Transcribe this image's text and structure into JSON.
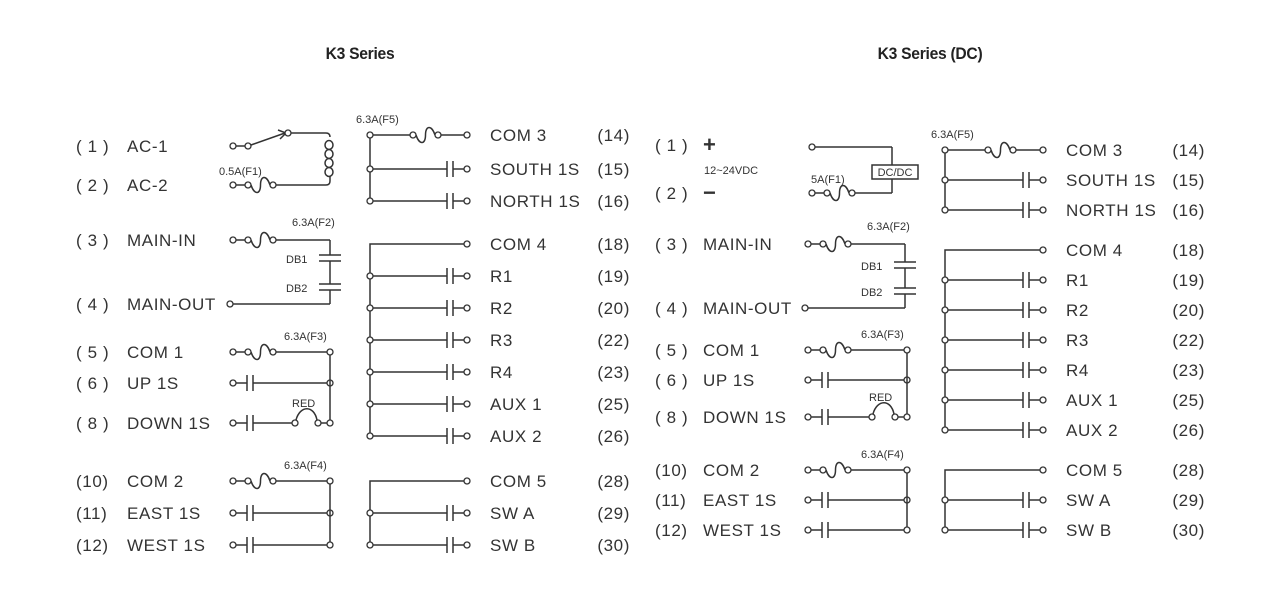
{
  "diagrams": [
    {
      "id": "left",
      "title": "K3 Series",
      "left_terminals": [
        {
          "num": "( 1 )",
          "label": "AC-1"
        },
        {
          "num": "( 2 )",
          "label": "AC-2"
        },
        {
          "num": "( 3 )",
          "label": "MAIN-IN"
        },
        {
          "num": "( 4 )",
          "label": "MAIN-OUT"
        },
        {
          "num": "( 5 )",
          "label": "COM 1"
        },
        {
          "num": "( 6 )",
          "label": "UP 1S"
        },
        {
          "num": "( 8 )",
          "label": "DOWN 1S"
        },
        {
          "num": "(10)",
          "label": "COM 2"
        },
        {
          "num": "(11)",
          "label": "EAST 1S"
        },
        {
          "num": "(12)",
          "label": "WEST 1S"
        }
      ],
      "right_terminals": [
        {
          "label": "COM 3",
          "num": "(14)"
        },
        {
          "label": "SOUTH 1S",
          "num": "(15)"
        },
        {
          "label": "NORTH 1S",
          "num": "(16)"
        },
        {
          "label": "COM 4",
          "num": "(18)"
        },
        {
          "label": "R1",
          "num": "(19)"
        },
        {
          "label": "R2",
          "num": "(20)"
        },
        {
          "label": "R3",
          "num": "(22)"
        },
        {
          "label": "R4",
          "num": "(23)"
        },
        {
          "label": "AUX 1",
          "num": "(25)"
        },
        {
          "label": "AUX 2",
          "num": "(26)"
        },
        {
          "label": "COM 5",
          "num": "(28)"
        },
        {
          "label": "SW A",
          "num": "(29)"
        },
        {
          "label": "SW B",
          "num": "(30)"
        }
      ],
      "annotations": {
        "fuse_f1": "0.5A(F1)",
        "fuse_f2": "6.3A(F2)",
        "fuse_f3": "6.3A(F3)",
        "fuse_f4": "6.3A(F4)",
        "fuse_f5": "6.3A(F5)",
        "db1": "DB1",
        "db2": "DB2",
        "red": "RED"
      },
      "power_type": "ac"
    },
    {
      "id": "right",
      "title": "K3 Series (DC)",
      "left_terminals": [
        {
          "num": "( 1 )",
          "label": "+"
        },
        {
          "num": "( 2 )",
          "label": "−"
        },
        {
          "num": "( 3 )",
          "label": "MAIN-IN"
        },
        {
          "num": "( 4 )",
          "label": "MAIN-OUT"
        },
        {
          "num": "( 5 )",
          "label": "COM 1"
        },
        {
          "num": "( 6 )",
          "label": "UP 1S"
        },
        {
          "num": "( 8 )",
          "label": "DOWN 1S"
        },
        {
          "num": "(10)",
          "label": "COM 2"
        },
        {
          "num": "(11)",
          "label": "EAST 1S"
        },
        {
          "num": "(12)",
          "label": "WEST 1S"
        }
      ],
      "right_terminals": [
        {
          "label": "COM 3",
          "num": "(14)"
        },
        {
          "label": "SOUTH 1S",
          "num": "(15)"
        },
        {
          "label": "NORTH 1S",
          "num": "(16)"
        },
        {
          "label": "COM 4",
          "num": "(18)"
        },
        {
          "label": "R1",
          "num": "(19)"
        },
        {
          "label": "R2",
          "num": "(20)"
        },
        {
          "label": "R3",
          "num": "(22)"
        },
        {
          "label": "R4",
          "num": "(23)"
        },
        {
          "label": "AUX 1",
          "num": "(25)"
        },
        {
          "label": "AUX 2",
          "num": "(26)"
        },
        {
          "label": "COM 5",
          "num": "(28)"
        },
        {
          "label": "SW A",
          "num": "(29)"
        },
        {
          "label": "SW B",
          "num": "(30)"
        }
      ],
      "annotations": {
        "fuse_f1": "5A(F1)",
        "fuse_f2": "6.3A(F2)",
        "fuse_f3": "6.3A(F3)",
        "fuse_f4": "6.3A(F4)",
        "fuse_f5": "6.3A(F5)",
        "db1": "DB1",
        "db2": "DB2",
        "red": "RED",
        "voltage": "12~24VDC",
        "converter": "DC/DC"
      },
      "power_type": "dc"
    }
  ]
}
